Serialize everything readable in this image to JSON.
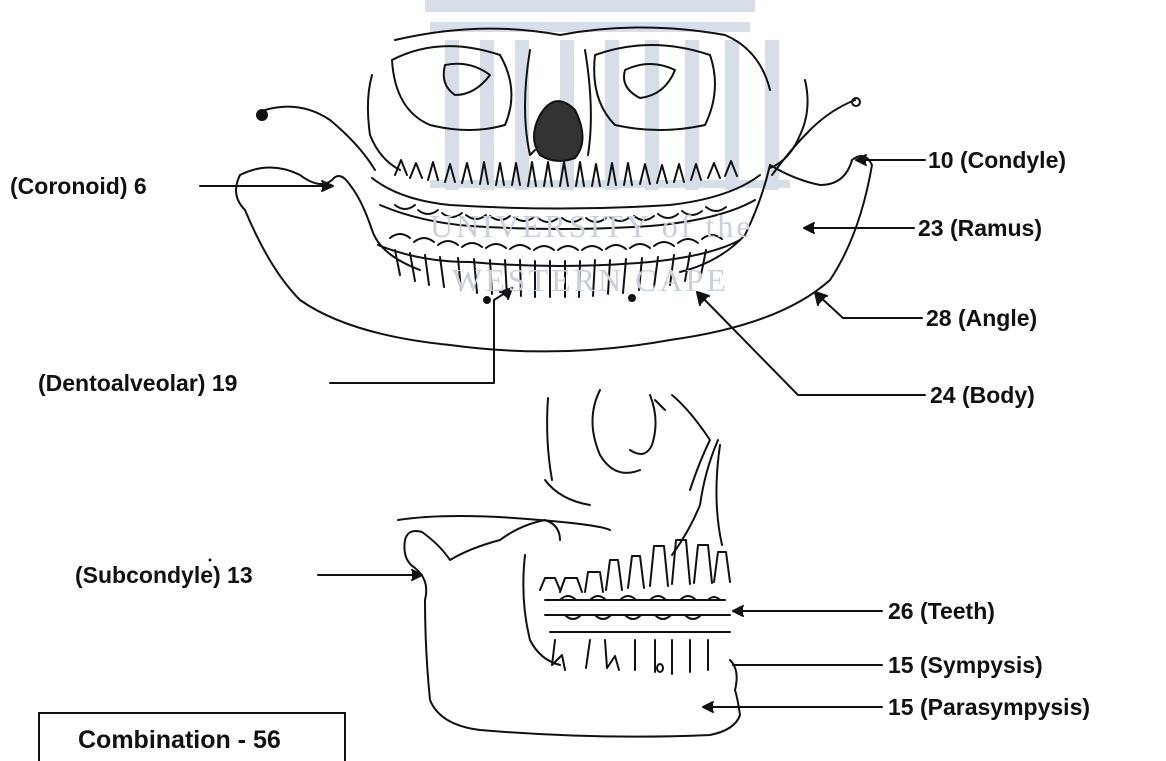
{
  "watermark": {
    "line1": "UNIVERSITY of the",
    "line2": "WESTERN CAPE"
  },
  "labels": {
    "coronoid": "(Coronoid) 6",
    "condyle": "10 (Condyle)",
    "ramus": "23 (Ramus)",
    "angle": "28 (Angle)",
    "dentoalveolar": "(Dentoalveolar) 19",
    "body": "24 (Body)",
    "subcondyle": "(Subcondyle) 13",
    "teeth": "26 (Teeth)",
    "symphysis": "15 (Sympysis)",
    "parasymphysis": "15 (Parasympysis)"
  },
  "combination": "Combination - 56"
}
